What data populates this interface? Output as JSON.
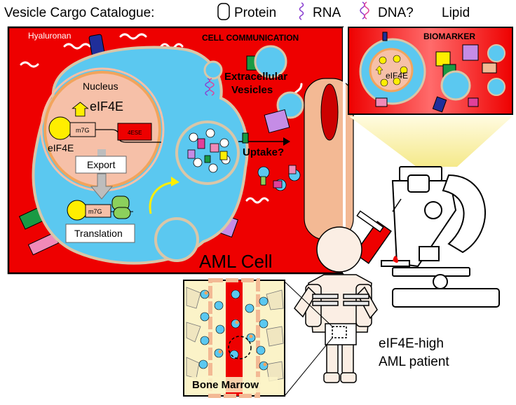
{
  "legend": {
    "title": "Vesicle Cargo Catalogue:",
    "protein": "Protein",
    "rna": "RNA",
    "dna": "DNA?",
    "lipid": "Lipid"
  },
  "cell": {
    "hyaluronan": "Hyaluronan",
    "communication": "CELL COMMUNICATION",
    "nucleus": "Nucleus",
    "eif4e_up": "eIF4E",
    "eif4e": "eIF4E",
    "m7g": "m7G",
    "element": "4ESE",
    "export": "Export",
    "translation": "Translation",
    "m7g_cyto": "m7G",
    "ev_line1": "Extracellular",
    "ev_line2": "Vesicles",
    "uptake": "Uptake?",
    "aml_cell": "AML Cell"
  },
  "biomarker": {
    "title": "BIOMARKER",
    "eif4e": "eIF4E"
  },
  "marrow": {
    "title": "Bone Marrow"
  },
  "patient": {
    "line1": "eIF4E-high",
    "line2": "AML patient"
  },
  "colors": {
    "cell_red": "#ee0000",
    "cytoplasm": "#5bc8f0",
    "nucleus": "#f6c0a8",
    "yellow": "#ffee00",
    "protein_purple": "#c58ce6",
    "protein_green": "#1a9a44",
    "protein_pink": "#f08ab8",
    "protein_navy": "#1f2e9a"
  }
}
